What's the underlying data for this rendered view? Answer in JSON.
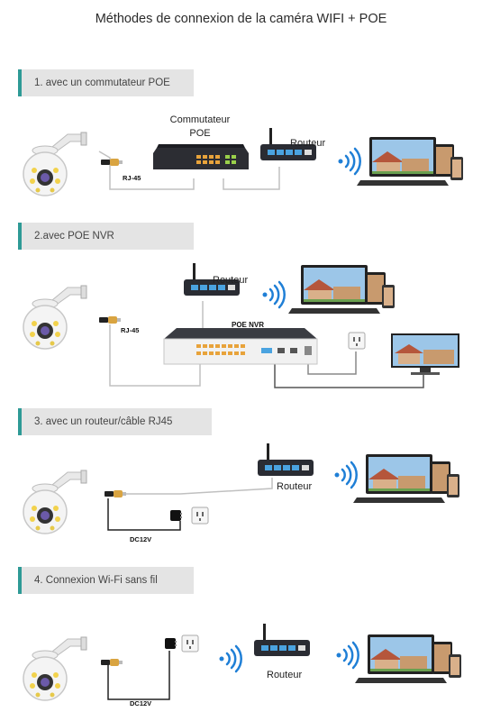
{
  "title": "Méthodes de connexion de la caméra WIFI + POE",
  "sections": [
    {
      "heading": "1. avec un commutateur POE",
      "switch_label_line1": "Commutateur",
      "switch_label_line2": "POE",
      "router_label": "Routeur",
      "cable_label": "RJ-45"
    },
    {
      "heading": "2.avec POE NVR",
      "router_label": "Routeur",
      "nvr_label": "POE NVR",
      "cable_label": "RJ-45"
    },
    {
      "heading": "3. avec un routeur/câble RJ45",
      "router_label": "Routeur",
      "power_label": "DC12V"
    },
    {
      "heading": "4. Connexion Wi-Fi sans fil",
      "router_label": "Routeur",
      "power_label": "DC12V"
    }
  ],
  "colors": {
    "accent": "#2e9a96",
    "wifi": "#1f7fd6",
    "cable": "#bdbdbd"
  }
}
